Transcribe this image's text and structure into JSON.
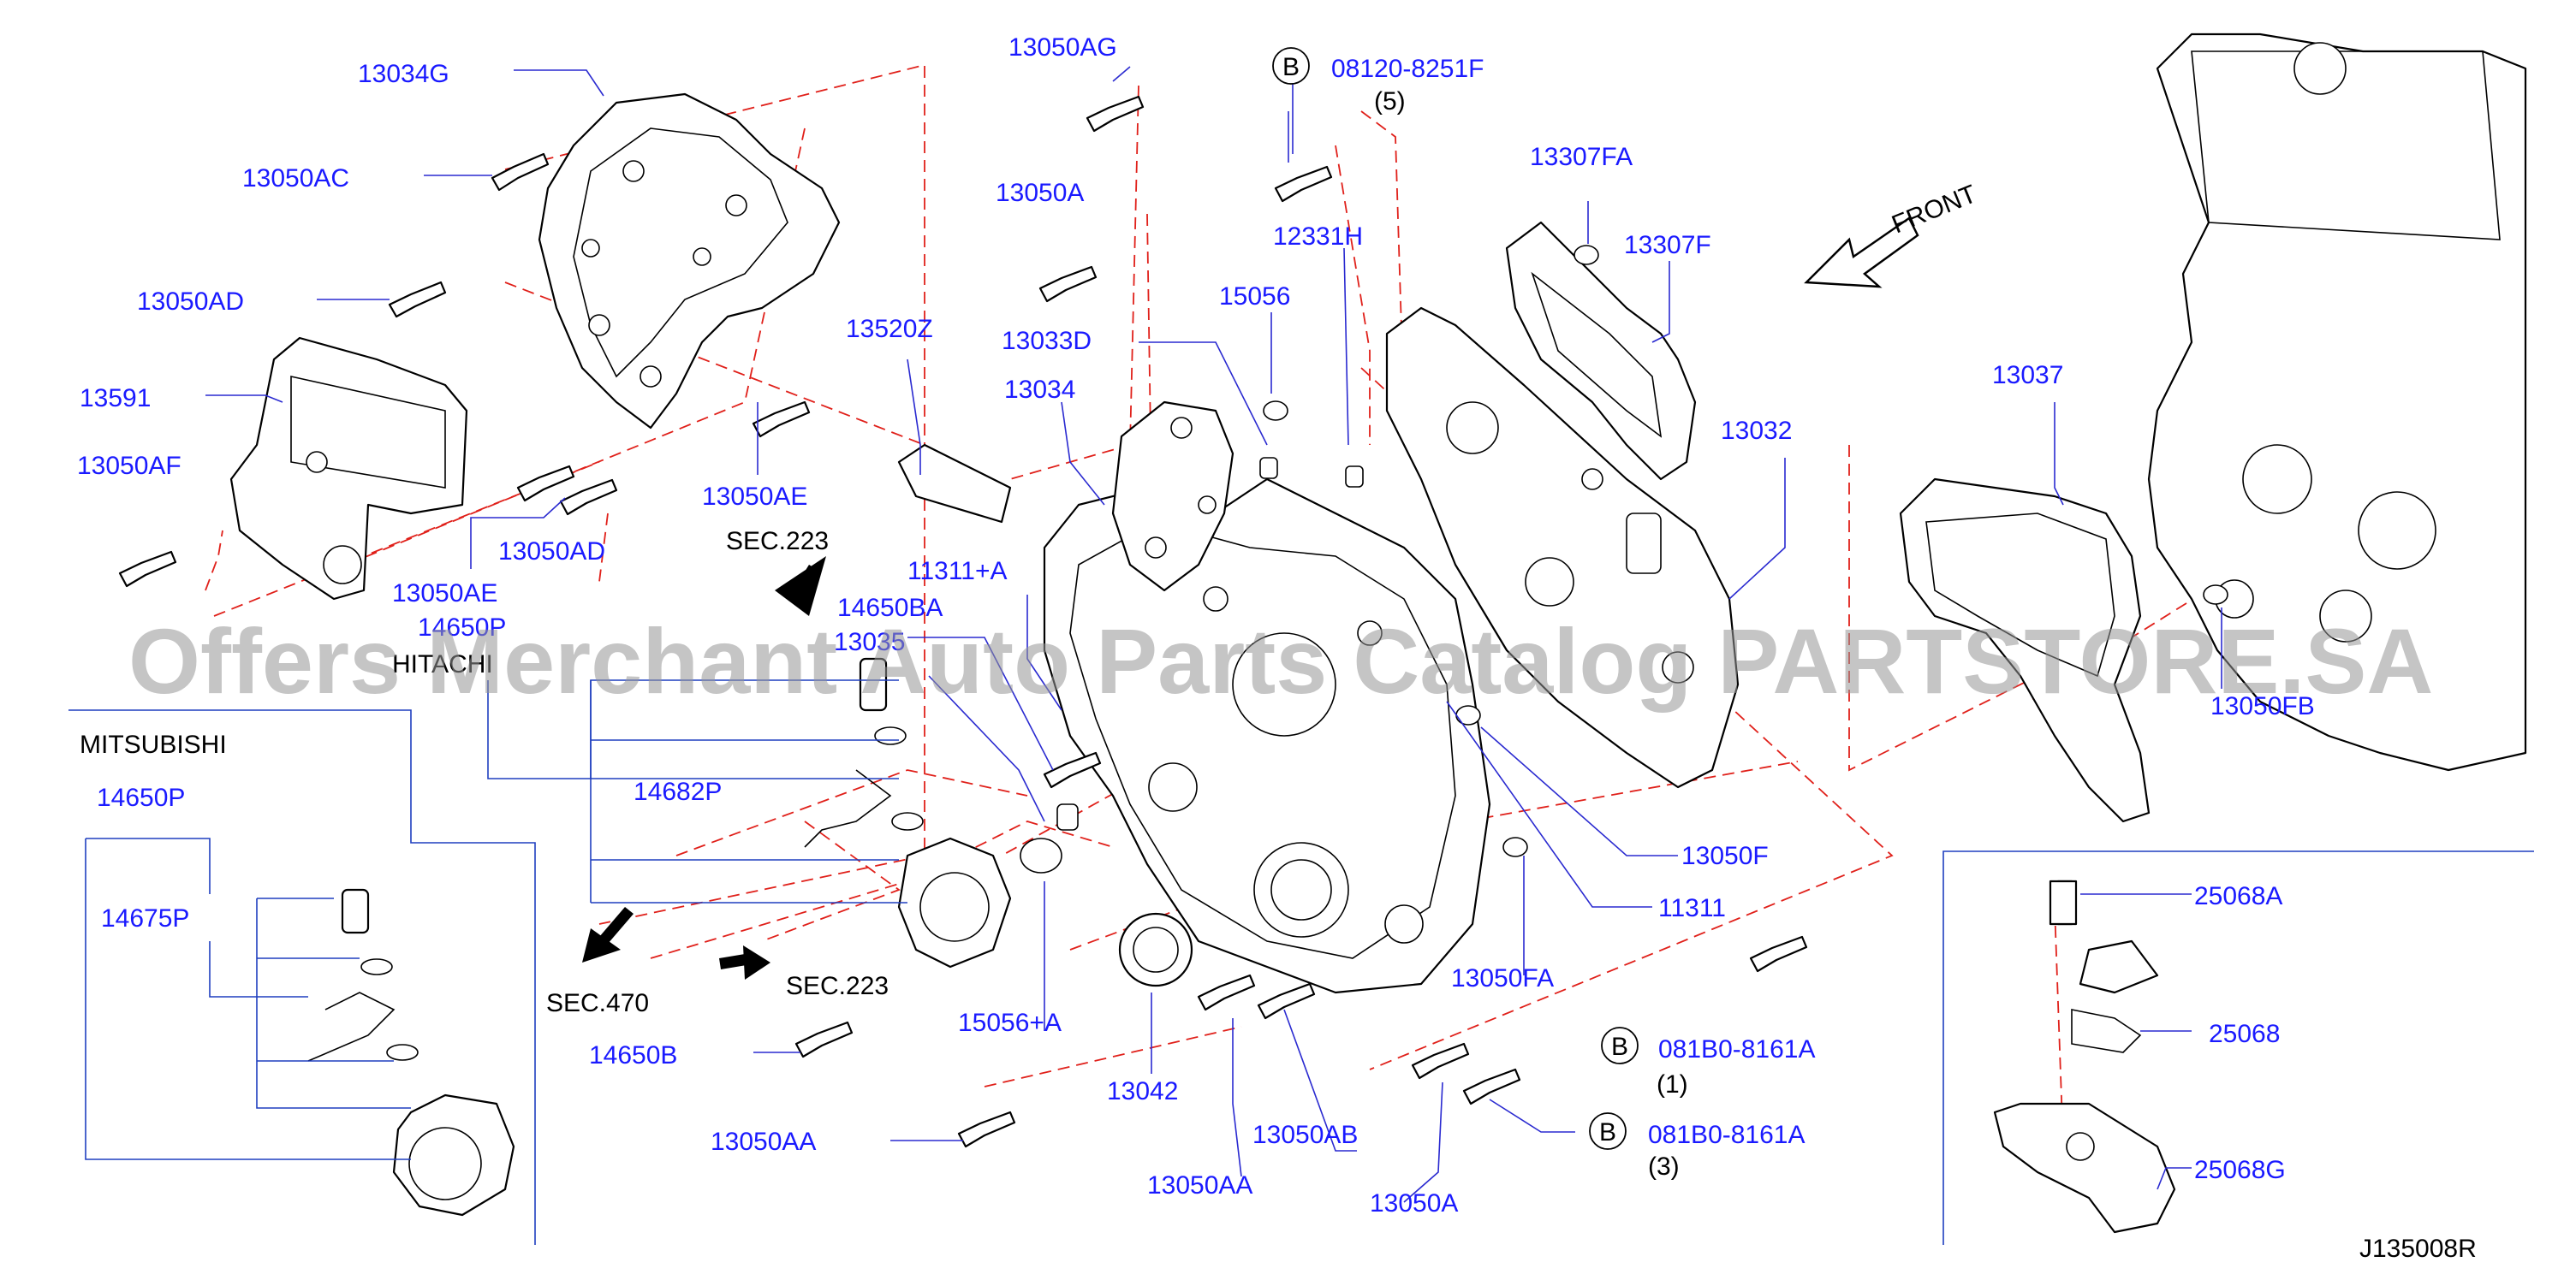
{
  "diagram_ref": "J135008R",
  "watermark": "Offers Merchant Auto Parts Catalog PARTSTORE.SA",
  "front_label": "FRONT",
  "mitsubishi_label": "MITSUBISHI",
  "hitachi_label": "HITACHI",
  "bubble_letter": "B",
  "labels": {
    "13034G": "13034G",
    "13050AC": "13050AC",
    "13050AD_a": "13050AD",
    "13591": "13591",
    "13050AF": "13050AF",
    "13050AE_a": "13050AE",
    "13050AD_b": "13050AD",
    "13050AE_b": "13050AE",
    "14650P_a": "14650P",
    "13050AG": "13050AG",
    "13050A_a": "13050A",
    "13033D": "13033D",
    "13034": "13034",
    "13520Z": "13520Z",
    "11311A": "11311+A",
    "14650BA": "14650BA",
    "13035": "13035",
    "14682P": "14682P",
    "08120": "08120-8251F",
    "qty5": "(5)",
    "12331H": "12331H",
    "15056": "15056",
    "13307FA": "13307FA",
    "13307F": "13307F",
    "13032": "13032",
    "13037": "13037",
    "13050FB": "13050FB",
    "13050F": "13050F",
    "11311": "11311",
    "13050FA": "13050FA",
    "081B0_1": "081B0-8161A",
    "qty1": "(1)",
    "081B0_3": "081B0-8161A",
    "qty3": "(3)",
    "13050A_b": "13050A",
    "13050AB": "13050AB",
    "13050AA_a": "13050AA",
    "13042": "13042",
    "15056A": "15056+A",
    "14650B": "14650B",
    "13050AA_b": "13050AA",
    "14650P_b": "14650P",
    "14675P": "14675P",
    "25068A": "25068A",
    "25068": "25068",
    "25068G": "25068G"
  },
  "sec": {
    "sec223_top": "SEC.223",
    "sec470": "SEC.470",
    "sec223_bottom": "SEC.223"
  }
}
